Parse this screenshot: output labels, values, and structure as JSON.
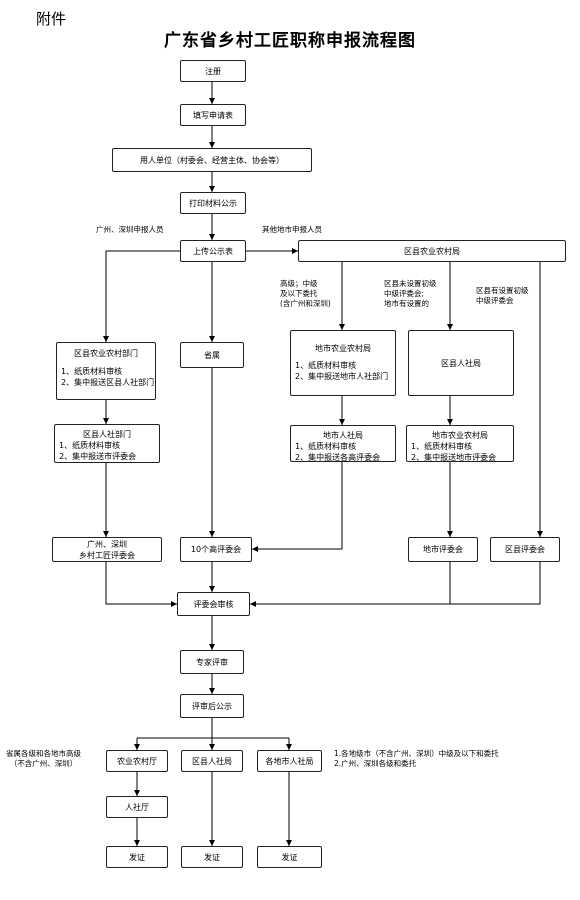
{
  "header": {
    "annex": "附件",
    "title": "广东省乡村工匠职称申报流程图"
  },
  "nodes": {
    "register": "注册",
    "fill_form": "填写申请表",
    "employer": "用人单位（村委会、经营主体、协会等）",
    "print": "打印材料公示",
    "upload": "上传公示表",
    "county_agri_bureau": "区县农业农村局",
    "county_agri_dept": {
      "title": "区县农业农村部门",
      "lines": [
        "1、纸质材料审核",
        "2、集中报送区县人社部门"
      ]
    },
    "county_hr_dept": {
      "title": "区县人社部门",
      "lines": [
        "1、纸质材料审核",
        "2、集中报送市评委会"
      ]
    },
    "gz_sz_committee": {
      "line1": "广州、深圳",
      "line2": "乡村工匠评委会"
    },
    "provincial": "省属",
    "ten_committees": "10个高评委会",
    "city_agri_bureau_a": {
      "title": "地市农业农村局",
      "lines": [
        "1、纸质材料审核",
        "2、集中报送地市人社部门"
      ]
    },
    "city_hr_bureau": {
      "title": "地市人社局",
      "lines": [
        "1、纸质材料审核",
        "2、集中报送各高评委会"
      ]
    },
    "county_hr_bureau_mid": "区县人社局",
    "city_agri_bureau_b": {
      "title": "地市农业农村局",
      "lines": [
        "1、纸质材料审核",
        "2、集中报送地市评委会"
      ]
    },
    "city_committee": "地市评委会",
    "county_committee": "区县评委会",
    "committee_review": "评委会审核",
    "expert_review": "专家评审",
    "post_review": "评审后公示",
    "agri_dept_prov": "农业农村厅",
    "county_hr_bottom": "区县人社局",
    "city_hr_bottom": "各地市人社局",
    "hr_dept_prov": "人社厅",
    "cert1": "发证",
    "cert2": "发证",
    "cert3": "发证"
  },
  "labels": {
    "gz_sz_applicants": "广州、深圳申报人员",
    "other_city_applicants": "其他地市申报人员",
    "branch1": [
      "高级；中级",
      "及以下委托",
      "(含广州和深圳)"
    ],
    "branch2": [
      "区县未设置初级",
      "中级评委会;",
      "地市有设置的"
    ],
    "branch3": [
      "区县有设置初级",
      "中级评委会"
    ],
    "left_note": [
      "省属各级和各地市高级",
      "（不含广州、深圳）"
    ],
    "right_note": [
      "1.各地级市（不含广州、深圳）中级及以下和委托",
      "2.广州、深圳各级和委托"
    ]
  }
}
